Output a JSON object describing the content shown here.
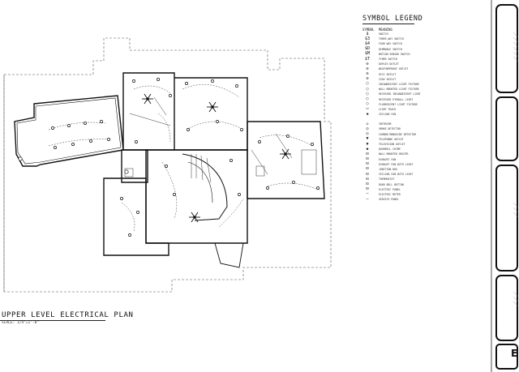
{
  "plan": {
    "title": "UPPER LEVEL ELECTRICAL PLAN",
    "scale": "SCALE: 1/4\"=1'-0\""
  },
  "legend": {
    "title": "SYMBOL LEGEND",
    "col_symbol": "SYMBOL",
    "col_meaning": "MEANING",
    "items_top": [
      {
        "sym": "$",
        "text": "SWITCH"
      },
      {
        "sym": "$3",
        "text": "THREE-WAY SWITCH"
      },
      {
        "sym": "$4",
        "text": "FOUR WAY SWITCH"
      },
      {
        "sym": "$D",
        "text": "DIMMABLE SWITCH"
      },
      {
        "sym": "$M",
        "text": "MOTION SENSOR SWITCH"
      },
      {
        "sym": "$T",
        "text": "TIMER SWITCH"
      },
      {
        "sym": "⊖",
        "text": "DUPLEX OUTLET"
      },
      {
        "sym": "⊖",
        "text": "WEATHERPROOF OUTLET"
      },
      {
        "sym": "⊖",
        "text": "GFCI OUTLET"
      },
      {
        "sym": "⊖",
        "text": "220V OUTLET"
      },
      {
        "sym": "○",
        "text": "INCANDESCENT LIGHT FIXTURE"
      },
      {
        "sym": "○",
        "text": "WALL MOUNTED LIGHT FIXTURE"
      },
      {
        "sym": "○",
        "text": "RECESSED INCANDESCENT LIGHT"
      },
      {
        "sym": "○",
        "text": "RECESSED EYEBALL LIGHT"
      },
      {
        "sym": "○",
        "text": "FLUORESCENT LIGHT FIXTURE"
      },
      {
        "sym": "▭",
        "text": "LIGHT TRACK"
      },
      {
        "sym": "✱",
        "text": "CEILING FAN"
      }
    ],
    "items_bottom": [
      {
        "sym": "◇",
        "text": "INTERCOM"
      },
      {
        "sym": "◎",
        "text": "SMOKE DETECTOR"
      },
      {
        "sym": "◎",
        "text": "CARBON MONOXIDE DETECTOR"
      },
      {
        "sym": "▼",
        "text": "TELEPHONE OUTLET"
      },
      {
        "sym": "▼",
        "text": "TELEVISION OUTLET"
      },
      {
        "sym": "◆",
        "text": "DOORBELL CHIME"
      },
      {
        "sym": "⊡",
        "text": "WALL MOUNTED HEATER"
      },
      {
        "sym": "⊡",
        "text": "EXHAUST FAN"
      },
      {
        "sym": "⊡",
        "text": "EXHAUST FAN WITH LIGHT"
      },
      {
        "sym": "⊡",
        "text": "JUNCTION BOX"
      },
      {
        "sym": "⊡",
        "text": "CEILING FAN WITH LIGHT"
      },
      {
        "sym": "⊡",
        "text": "THERMOSTAT"
      },
      {
        "sym": "⊡",
        "text": "DOOR BELL BUTTON"
      },
      {
        "sym": "⊡",
        "text": "ELECTRIC PANEL"
      },
      {
        "sym": "—",
        "text": "ELECTRIC METER"
      },
      {
        "sym": "—",
        "text": "SERVICE PANEL"
      }
    ]
  },
  "title_block": {
    "sheet_letter": "E"
  }
}
